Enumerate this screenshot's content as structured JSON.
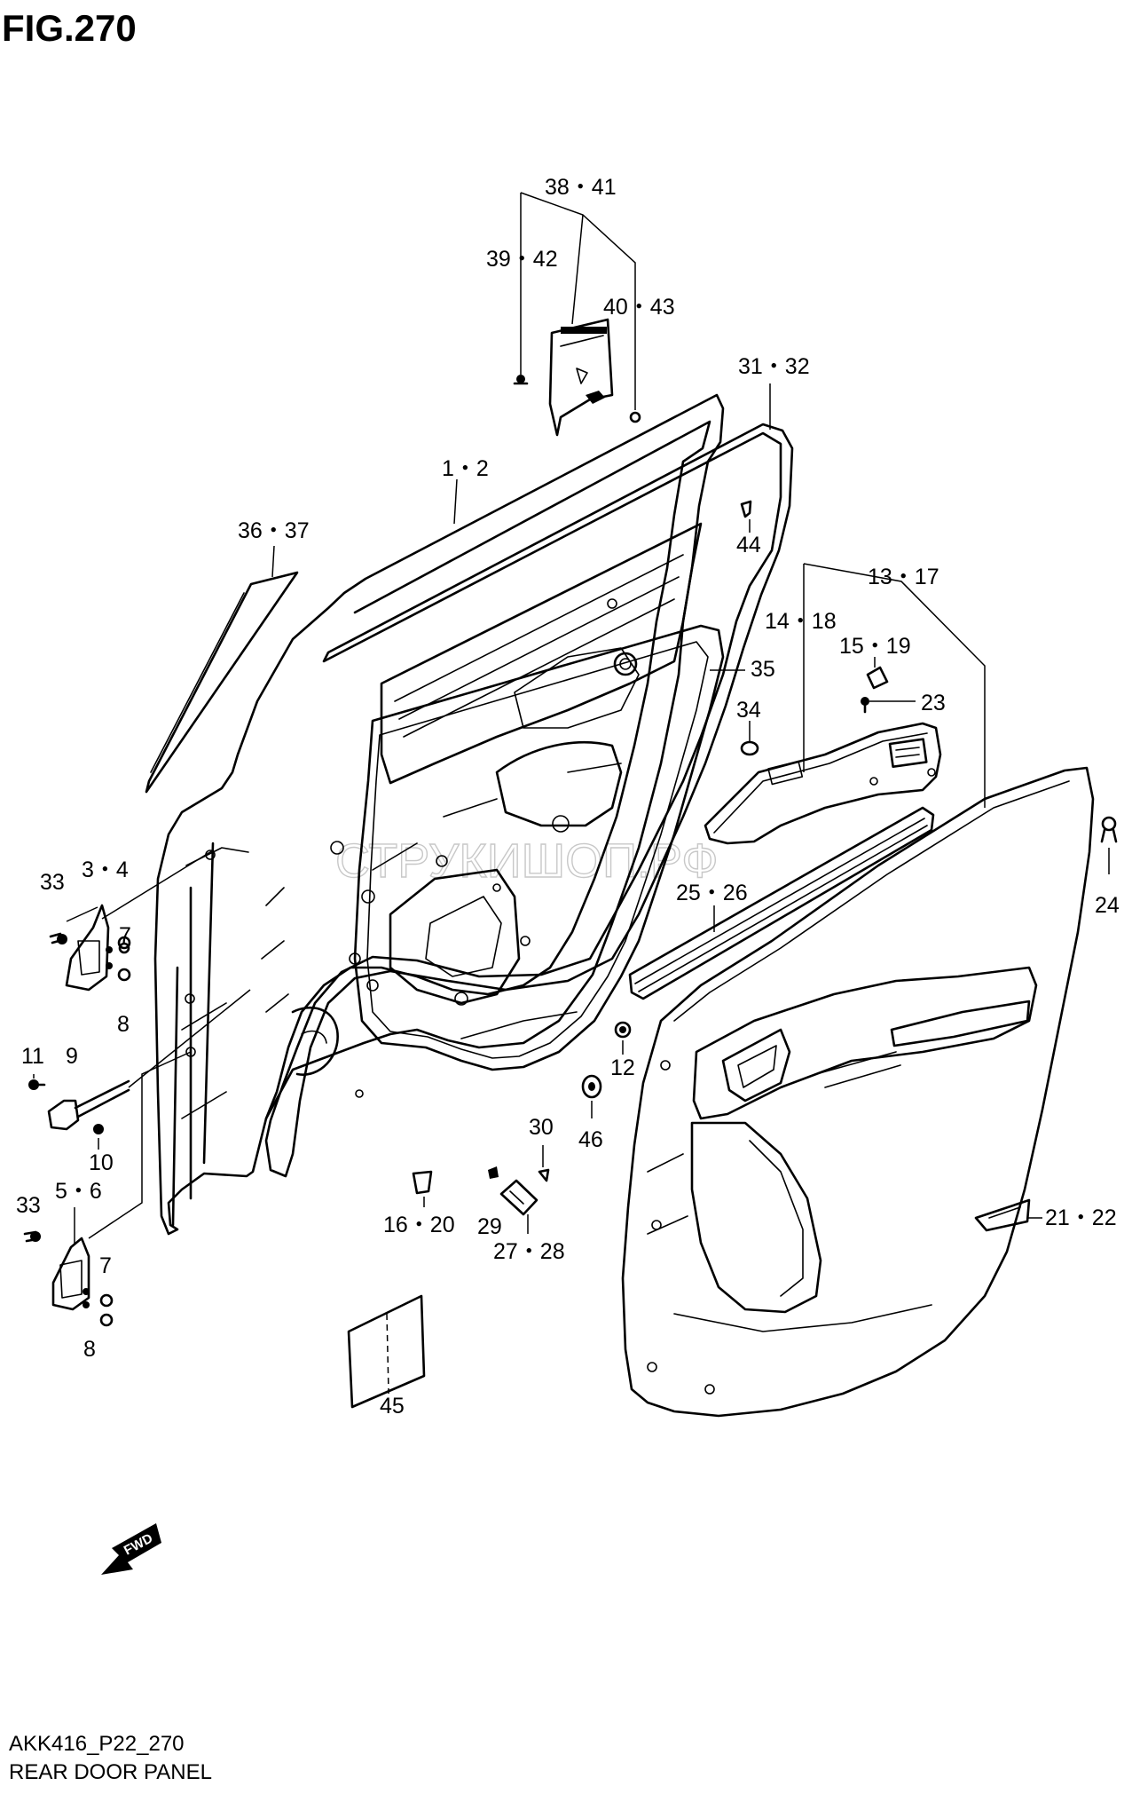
{
  "figure": {
    "title": "FIG.270",
    "code": "AKK416_P22_270",
    "name": "REAR DOOR PANEL",
    "watermark": "СТРУКИШОП.РФ",
    "fwd_label": "FWD"
  },
  "callouts": [
    {
      "id": "c-38-41",
      "text": "38・41"
    },
    {
      "id": "c-39-42",
      "text": "39・42"
    },
    {
      "id": "c-40-43",
      "text": "40・43"
    },
    {
      "id": "c-31-32",
      "text": "31・32"
    },
    {
      "id": "c-1-2",
      "text": "1・2"
    },
    {
      "id": "c-44",
      "text": "44"
    },
    {
      "id": "c-36-37",
      "text": "36・37"
    },
    {
      "id": "c-13-17",
      "text": "13・17"
    },
    {
      "id": "c-14-18",
      "text": "14・18"
    },
    {
      "id": "c-15-19",
      "text": "15・19"
    },
    {
      "id": "c-35",
      "text": "35"
    },
    {
      "id": "c-23",
      "text": "23"
    },
    {
      "id": "c-34",
      "text": "34"
    },
    {
      "id": "c-3-4",
      "text": "3・4"
    },
    {
      "id": "c-33a",
      "text": "33"
    },
    {
      "id": "c-7a",
      "text": "7"
    },
    {
      "id": "c-8a",
      "text": "8"
    },
    {
      "id": "c-25-26",
      "text": "25・26"
    },
    {
      "id": "c-24",
      "text": "24"
    },
    {
      "id": "c-11",
      "text": "11"
    },
    {
      "id": "c-9",
      "text": "9"
    },
    {
      "id": "c-12",
      "text": "12"
    },
    {
      "id": "c-10",
      "text": "10"
    },
    {
      "id": "c-46",
      "text": "46"
    },
    {
      "id": "c-30",
      "text": "30"
    },
    {
      "id": "c-5-6",
      "text": "5・6"
    },
    {
      "id": "c-33b",
      "text": "33"
    },
    {
      "id": "c-16-20",
      "text": "16・20"
    },
    {
      "id": "c-29",
      "text": "29"
    },
    {
      "id": "c-27-28",
      "text": "27・28"
    },
    {
      "id": "c-21-22",
      "text": "21・22"
    },
    {
      "id": "c-7b",
      "text": "7"
    },
    {
      "id": "c-8b",
      "text": "8"
    },
    {
      "id": "c-45",
      "text": "45"
    }
  ]
}
